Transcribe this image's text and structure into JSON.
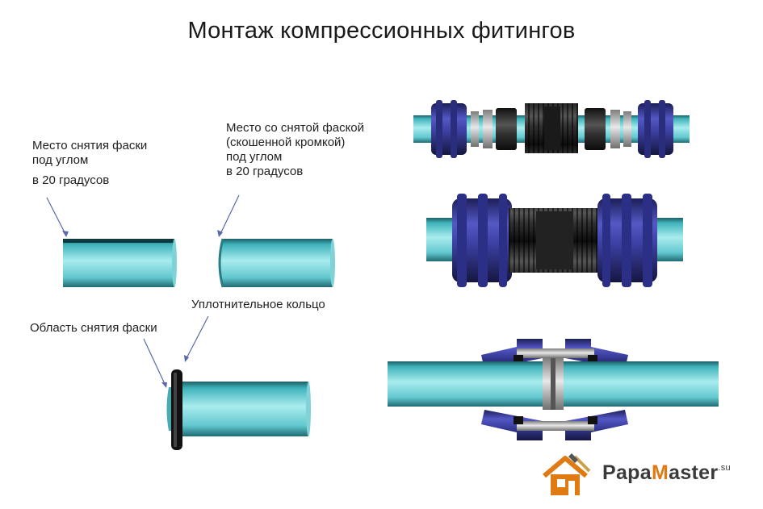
{
  "title": "Монтаж компрессионных фитингов",
  "labels": {
    "chamfer_place": [
      "Место снятия фаски",
      "под углом",
      "в 20 градусов"
    ],
    "chamfered_place": [
      "Место со снятой фаской",
      "(скошенной кромкой)",
      "под углом",
      "в 20 градусов"
    ],
    "seal_ring": "Уплотнительное кольцо",
    "chamfer_area": "Область снятия фаски"
  },
  "logo": {
    "brand_a": "Papa",
    "brand_b": "M",
    "brand_c": "aster",
    "domain": ".su"
  },
  "colors": {
    "pipe": "#8fd9dd",
    "pipe_dark": "#2f8f98",
    "fitting_blue": "#3b3f9e",
    "fitting_dark": "#1d1f55",
    "body_black": "#2a2a2e",
    "accent_orange": "#e07a12"
  },
  "icons": {
    "logo": "house-brush-icon"
  }
}
